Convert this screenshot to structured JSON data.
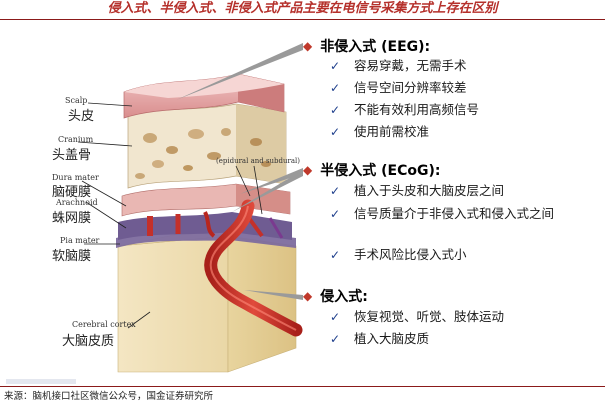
{
  "title": "侵入式、半侵入式、非侵入式产品主要在电信号采集方式上存在区别",
  "colors": {
    "title": "#b5302b",
    "bullet": "#c0392b",
    "check": "#1f3f8c",
    "rule": "#8b1a1a"
  },
  "figure": {
    "layers": [
      {
        "en": "Scalp",
        "zh": "头皮"
      },
      {
        "en": "Cranium",
        "zh": "头盖骨"
      },
      {
        "en": "Dura mater",
        "zh": "脑硬膜"
      },
      {
        "en": "Arachnoid",
        "zh": "蛛网膜"
      },
      {
        "en": "Pia mater",
        "zh": "软脑膜"
      },
      {
        "en": "Cerebral cortex",
        "zh": "大脑皮质"
      }
    ],
    "epidural_note": "(epidural and subdural)"
  },
  "sections": [
    {
      "heading": "非侵入式 (EEG):",
      "items": [
        "容易穿戴，无需手术",
        "信号空间分辨率较差",
        "不能有效利用高频信号",
        "使用前需校准"
      ]
    },
    {
      "heading": "半侵入式 (ECoG):",
      "items": [
        "植入于头皮和大脑皮层之间",
        "信号质量介于非侵入式和侵入式之间",
        "手术风险比侵入式小"
      ]
    },
    {
      "heading": "侵入式:",
      "items": [
        "恢复视觉、听觉、肢体运动",
        "植入大脑皮质"
      ]
    }
  ],
  "source": "来源：脑机接口社区微信公众号，国金证券研究所"
}
